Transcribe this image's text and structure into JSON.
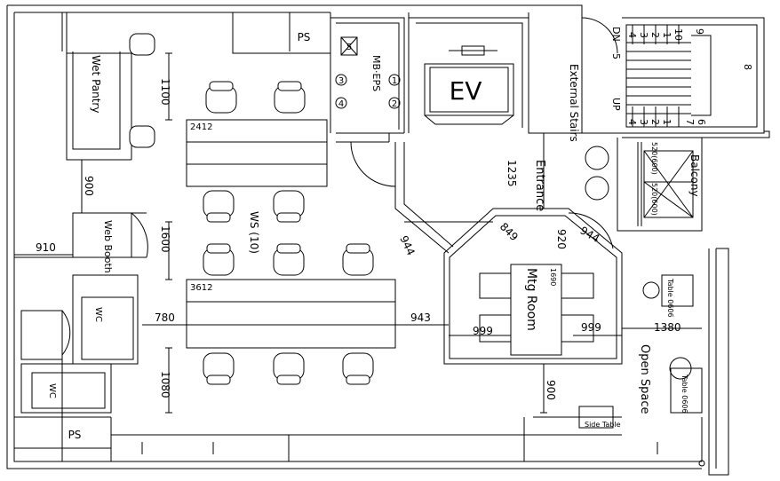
{
  "rooms": {
    "ps_top": "PS",
    "ps_bottom": "PS",
    "mb_eps": "MB·EPS",
    "ev": "EV",
    "external_stairs": "External Stairs",
    "wet_pantry": "Wet Pantry",
    "web_booth": "Web Booth",
    "wc_1": "WC",
    "wc_2": "WC",
    "ws": "WS (10)",
    "entrance": "Entrance",
    "mtg_room": "Mtg Room",
    "balcony": "Balcony",
    "open_space": "Open Space",
    "side_table": "Side Table"
  },
  "furniture": {
    "desk_top": "2412",
    "desk_bottom": "3612",
    "table_a": "Table 0606",
    "table_b": "Table 0606"
  },
  "dimensions": {
    "d1100": "1100",
    "d900_left": "900",
    "d910": "910",
    "d1600": "1600",
    "d780": "780",
    "d1080": "1080",
    "d943": "943",
    "d944": "944",
    "d849": "849",
    "d1235": "1235",
    "d920": "920",
    "d944b": "944",
    "d1690": "1690",
    "d999_left": "999",
    "d999_right": "999",
    "d1380": "1380",
    "d900_right": "900"
  },
  "stairs": {
    "dn": "DN",
    "up": "UP",
    "steps_top": [
      "4",
      "3",
      "2",
      "1",
      "10",
      "9"
    ],
    "step_8": "8",
    "steps_bottom": [
      "4",
      "3",
      "2",
      "1",
      "7",
      "6"
    ],
    "step_5": "5"
  },
  "fixtures": {
    "shaft_5": "5",
    "shaft_3": "3",
    "shaft_4": "4",
    "shaft_1": "1",
    "shaft_2": "2",
    "balcony_unit_a": "520(600)",
    "balcony_unit_b": "520(600)"
  }
}
